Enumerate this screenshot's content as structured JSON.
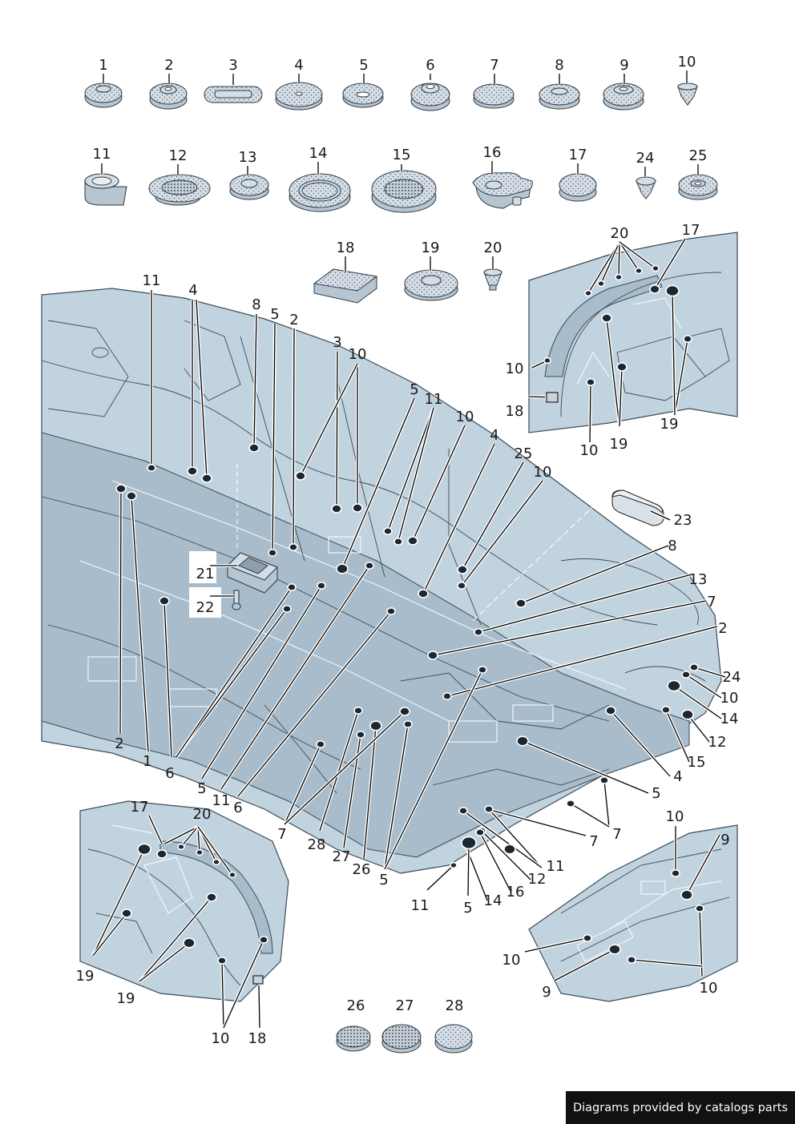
{
  "credit": "Diagrams provided by catalogs parts",
  "top_labels": [
    "1",
    "2",
    "3",
    "4",
    "5",
    "6",
    "7",
    "8",
    "9",
    "10",
    "11",
    "12",
    "13",
    "14",
    "15",
    "16",
    "17",
    "24",
    "25",
    "18",
    "19",
    "20"
  ],
  "main_labels": [
    "11",
    "4",
    "8",
    "5",
    "2",
    "3",
    "10",
    "5",
    "11",
    "10",
    "4",
    "25",
    "10",
    "23",
    "8",
    "13",
    "7",
    "2",
    "24",
    "10",
    "14",
    "12",
    "15",
    "5",
    "4",
    "7",
    "7",
    "11",
    "12",
    "16",
    "14",
    "5",
    "11",
    "5",
    "26",
    "27",
    "28",
    "7",
    "6",
    "11",
    "5",
    "6",
    "1",
    "2",
    "21",
    "22"
  ],
  "inset_tr_labels": [
    "20",
    "17",
    "10",
    "18",
    "10",
    "19",
    "19"
  ],
  "inset_bl_labels": [
    "17",
    "20",
    "19",
    "19",
    "10",
    "18"
  ],
  "inset_br_labels": [
    "10",
    "9",
    "10",
    "9",
    "10"
  ],
  "bottom_labels": [
    "26",
    "27",
    "28"
  ]
}
